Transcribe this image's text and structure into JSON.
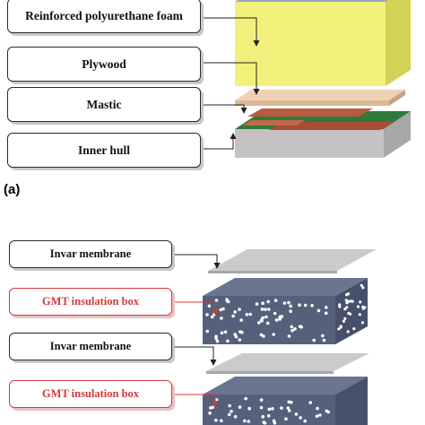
{
  "panel_a": {
    "label": "(a)",
    "layers": [
      "Reinforced polyurethane foam",
      "Plywood",
      "Mastic",
      "Inner hull"
    ],
    "colors": {
      "foam": "#f2f07a",
      "plywood": "#efd2b4",
      "mastic": "#b85b3f",
      "inner_hull_top": "#2f7a3a",
      "inner_hull_side": "#c4c2c2",
      "top_cap": "#9aa6b8"
    }
  },
  "panel_b": {
    "layers": [
      {
        "text": "Invar membrane",
        "highlight": false
      },
      {
        "text": "GMT insulation box",
        "highlight": true
      },
      {
        "text": "Invar membrane",
        "highlight": false
      },
      {
        "text": "GMT insulation box",
        "highlight": true
      }
    ],
    "colors": {
      "membrane": "#c9cbcd",
      "box": "#55607a",
      "dots": "#ffffff",
      "highlight": "#d43a3a"
    }
  }
}
